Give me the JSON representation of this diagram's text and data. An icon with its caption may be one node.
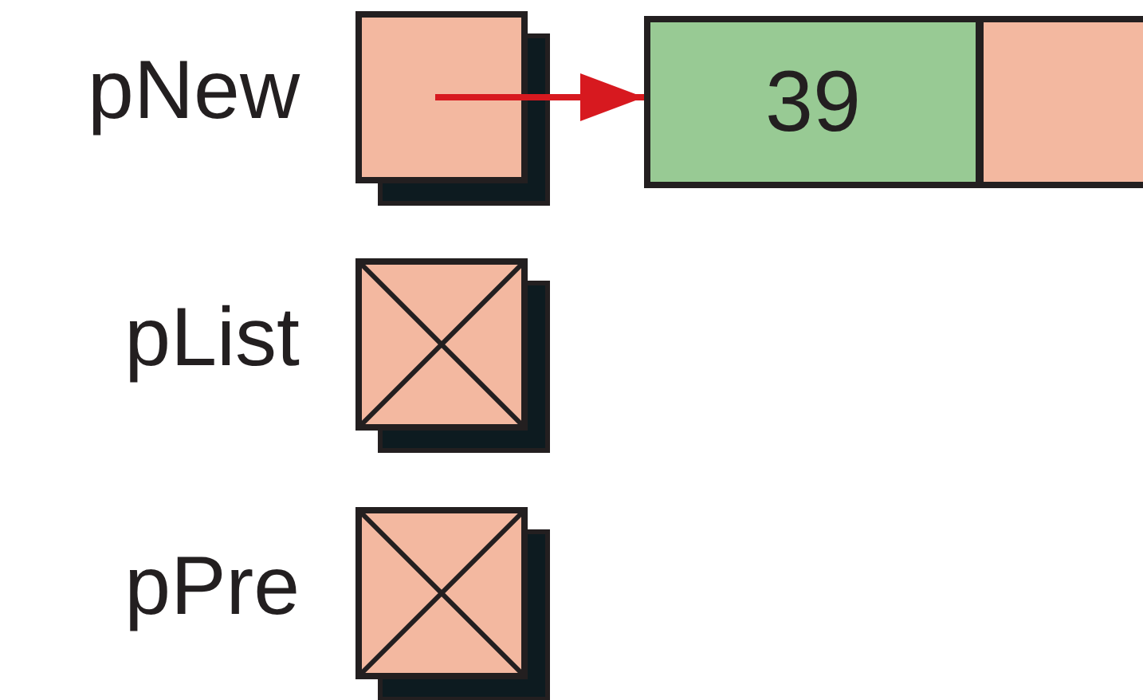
{
  "diagram": {
    "nodes": [
      {
        "text": [],
        "shape": "box",
        "beside": [
          "pNew"
        ]
      },
      {
        "text": [
          "39"
        ]
      },
      {
        "text": [],
        "shape": "box"
      },
      {
        "text": [],
        "shape": "box",
        "beside": [
          "pList"
        ]
      },
      {
        "text": [],
        "shape": "box",
        "beside": [
          "pPre"
        ]
      }
    ],
    "edges": [
      {
        "from": 0,
        "to": 1,
        "arrow": "to",
        "color": "#d7191f"
      }
    ]
  }
}
